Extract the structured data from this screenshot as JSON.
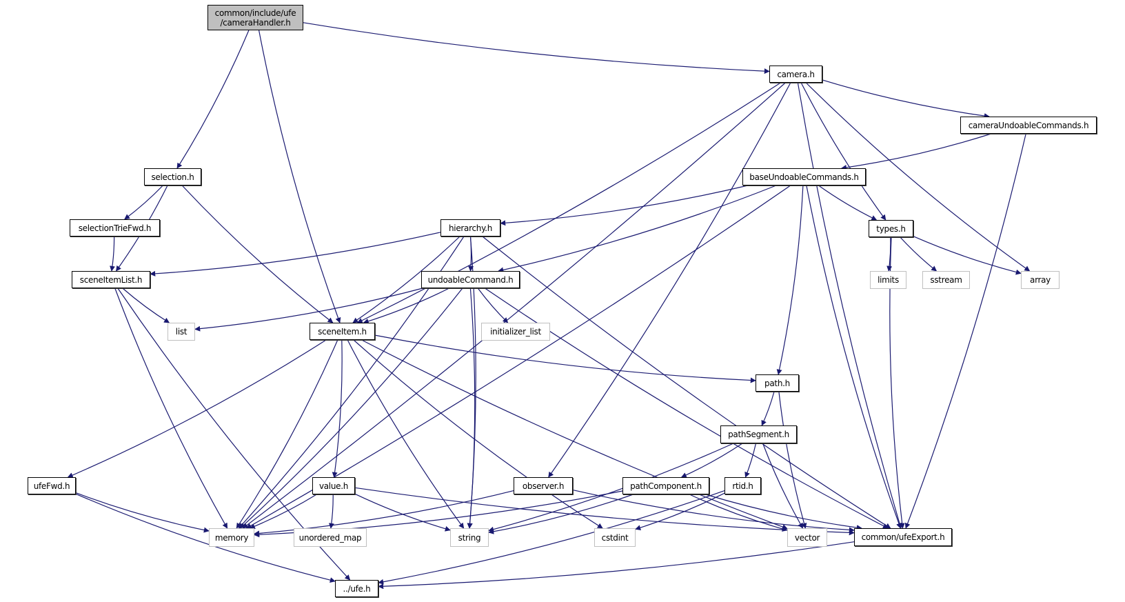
{
  "diagram": {
    "title": "Include dependency graph for cameraHandler.h",
    "edge_color": "#191970",
    "nodes": [
      {
        "id": "cameraHandler",
        "label_line1": "common/include/ufe",
        "label_line2": "/cameraHandler.h",
        "kind": "root"
      },
      {
        "id": "camera",
        "label": "camera.h",
        "kind": "local"
      },
      {
        "id": "selection",
        "label": "selection.h",
        "kind": "local"
      },
      {
        "id": "cameraUndoableCommands",
        "label": "cameraUndoableCommands.h",
        "kind": "local"
      },
      {
        "id": "baseUndoableCommands",
        "label": "baseUndoableCommands.h",
        "kind": "local"
      },
      {
        "id": "selectionTrieFwd",
        "label": "selectionTrieFwd.h",
        "kind": "local"
      },
      {
        "id": "hierarchy",
        "label": "hierarchy.h",
        "kind": "local"
      },
      {
        "id": "types",
        "label": "types.h",
        "kind": "local"
      },
      {
        "id": "sceneItemList",
        "label": "sceneItemList.h",
        "kind": "local"
      },
      {
        "id": "undoableCommand",
        "label": "undoableCommand.h",
        "kind": "local"
      },
      {
        "id": "limits",
        "label": "limits",
        "kind": "ext"
      },
      {
        "id": "sstream",
        "label": "sstream",
        "kind": "ext"
      },
      {
        "id": "array",
        "label": "array",
        "kind": "ext"
      },
      {
        "id": "list",
        "label": "list",
        "kind": "ext"
      },
      {
        "id": "sceneItem",
        "label": "sceneItem.h",
        "kind": "local"
      },
      {
        "id": "initializer_list",
        "label": "initializer_list",
        "kind": "ext"
      },
      {
        "id": "path",
        "label": "path.h",
        "kind": "local"
      },
      {
        "id": "pathSegment",
        "label": "pathSegment.h",
        "kind": "local"
      },
      {
        "id": "ufeFwd",
        "label": "ufeFwd.h",
        "kind": "local"
      },
      {
        "id": "value",
        "label": "value.h",
        "kind": "local"
      },
      {
        "id": "observer",
        "label": "observer.h",
        "kind": "local"
      },
      {
        "id": "pathComponent",
        "label": "pathComponent.h",
        "kind": "local"
      },
      {
        "id": "rtid",
        "label": "rtid.h",
        "kind": "local"
      },
      {
        "id": "memory",
        "label": "memory",
        "kind": "ext"
      },
      {
        "id": "unordered_map",
        "label": "unordered_map",
        "kind": "ext"
      },
      {
        "id": "string",
        "label": "string",
        "kind": "ext"
      },
      {
        "id": "cstdint",
        "label": "cstdint",
        "kind": "ext"
      },
      {
        "id": "vector",
        "label": "vector",
        "kind": "ext"
      },
      {
        "id": "ufeExport",
        "label": "common/ufeExport.h",
        "kind": "local"
      },
      {
        "id": "ufe",
        "label": "../ufe.h",
        "kind": "local"
      }
    ],
    "edges": [
      [
        "cameraHandler",
        "camera"
      ],
      [
        "cameraHandler",
        "selection"
      ],
      [
        "cameraHandler",
        "sceneItem"
      ],
      [
        "camera",
        "cameraUndoableCommands"
      ],
      [
        "camera",
        "types"
      ],
      [
        "camera",
        "array"
      ],
      [
        "camera",
        "ufeExport"
      ],
      [
        "camera",
        "memory"
      ],
      [
        "camera",
        "sceneItem"
      ],
      [
        "camera",
        "observer"
      ],
      [
        "cameraUndoableCommands",
        "baseUndoableCommands"
      ],
      [
        "cameraUndoableCommands",
        "ufeExport"
      ],
      [
        "baseUndoableCommands",
        "hierarchy"
      ],
      [
        "baseUndoableCommands",
        "types"
      ],
      [
        "baseUndoableCommands",
        "undoableCommand"
      ],
      [
        "baseUndoableCommands",
        "path"
      ],
      [
        "baseUndoableCommands",
        "ufeExport"
      ],
      [
        "baseUndoableCommands",
        "memory"
      ],
      [
        "selection",
        "selectionTrieFwd"
      ],
      [
        "selection",
        "sceneItemList"
      ],
      [
        "selection",
        "sceneItem"
      ],
      [
        "selectionTrieFwd",
        "sceneItemList"
      ],
      [
        "hierarchy",
        "sceneItemList"
      ],
      [
        "hierarchy",
        "undoableCommand"
      ],
      [
        "hierarchy",
        "sceneItem"
      ],
      [
        "hierarchy",
        "memory"
      ],
      [
        "hierarchy",
        "string"
      ],
      [
        "hierarchy",
        "ufeExport"
      ],
      [
        "types",
        "limits"
      ],
      [
        "types",
        "sstream"
      ],
      [
        "types",
        "array"
      ],
      [
        "types",
        "ufeExport"
      ],
      [
        "sceneItemList",
        "list"
      ],
      [
        "sceneItemList",
        "memory"
      ],
      [
        "sceneItemList",
        "ufe"
      ],
      [
        "undoableCommand",
        "list"
      ],
      [
        "undoableCommand",
        "sceneItem"
      ],
      [
        "undoableCommand",
        "initializer_list"
      ],
      [
        "undoableCommand",
        "string"
      ],
      [
        "undoableCommand",
        "memory"
      ],
      [
        "undoableCommand",
        "ufeExport"
      ],
      [
        "sceneItem",
        "path"
      ],
      [
        "sceneItem",
        "ufeFwd"
      ],
      [
        "sceneItem",
        "value"
      ],
      [
        "sceneItem",
        "memory"
      ],
      [
        "sceneItem",
        "string"
      ],
      [
        "sceneItem",
        "cstdint"
      ],
      [
        "sceneItem",
        "vector"
      ],
      [
        "path",
        "pathSegment"
      ],
      [
        "path",
        "vector"
      ],
      [
        "pathSegment",
        "pathComponent"
      ],
      [
        "pathSegment",
        "rtid"
      ],
      [
        "pathSegment",
        "string"
      ],
      [
        "pathSegment",
        "vector"
      ],
      [
        "ufeFwd",
        "memory"
      ],
      [
        "ufeFwd",
        "ufe"
      ],
      [
        "value",
        "memory"
      ],
      [
        "value",
        "unordered_map"
      ],
      [
        "value",
        "string"
      ],
      [
        "value",
        "ufeExport"
      ],
      [
        "observer",
        "memory"
      ],
      [
        "observer",
        "ufeExport"
      ],
      [
        "pathComponent",
        "memory"
      ],
      [
        "pathComponent",
        "string"
      ],
      [
        "pathComponent",
        "vector"
      ],
      [
        "pathComponent",
        "ufeExport"
      ],
      [
        "rtid",
        "cstdint"
      ],
      [
        "rtid",
        "ufe"
      ],
      [
        "ufeExport",
        "ufe"
      ]
    ]
  }
}
